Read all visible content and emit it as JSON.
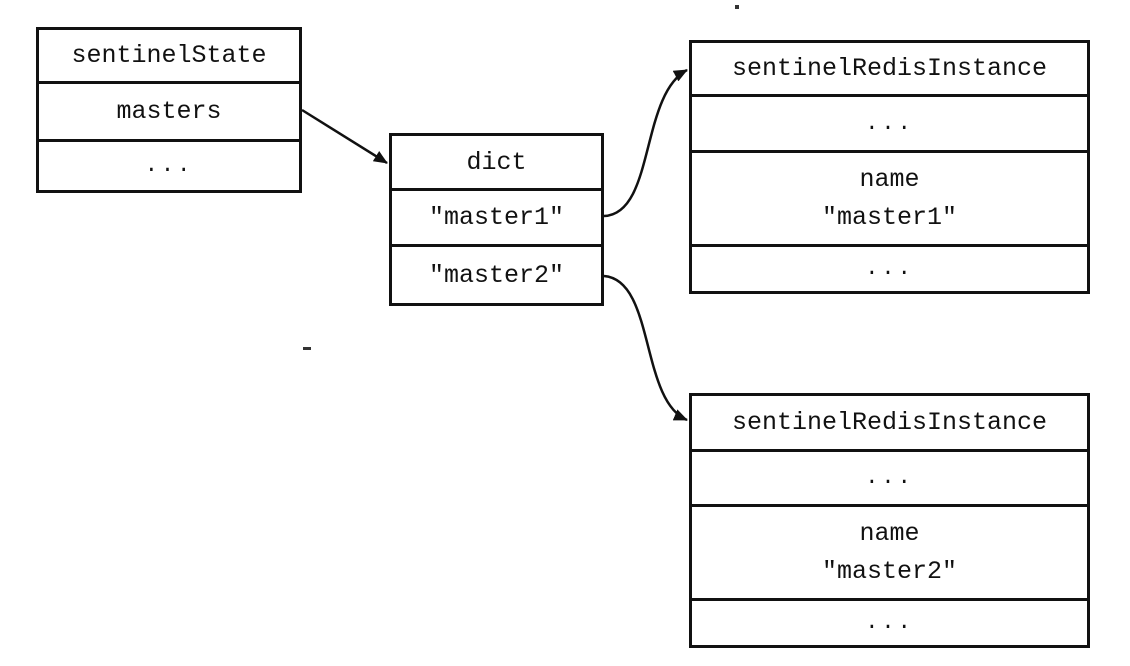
{
  "sentinel_state": {
    "title": "sentinelState",
    "masters": "masters",
    "rest": "..."
  },
  "dict": {
    "title": "dict",
    "key1": "\"master1\"",
    "key2": "\"master2\""
  },
  "instances": [
    {
      "title": "sentinelRedisInstance",
      "top": "...",
      "name_label": "name",
      "name_value": "\"master1\"",
      "bottom": "..."
    },
    {
      "title": "sentinelRedisInstance",
      "top": "...",
      "name_label": "name",
      "name_value": "\"master2\"",
      "bottom": "..."
    }
  ],
  "colors": {
    "stroke": "#111111",
    "background": "#ffffff"
  }
}
